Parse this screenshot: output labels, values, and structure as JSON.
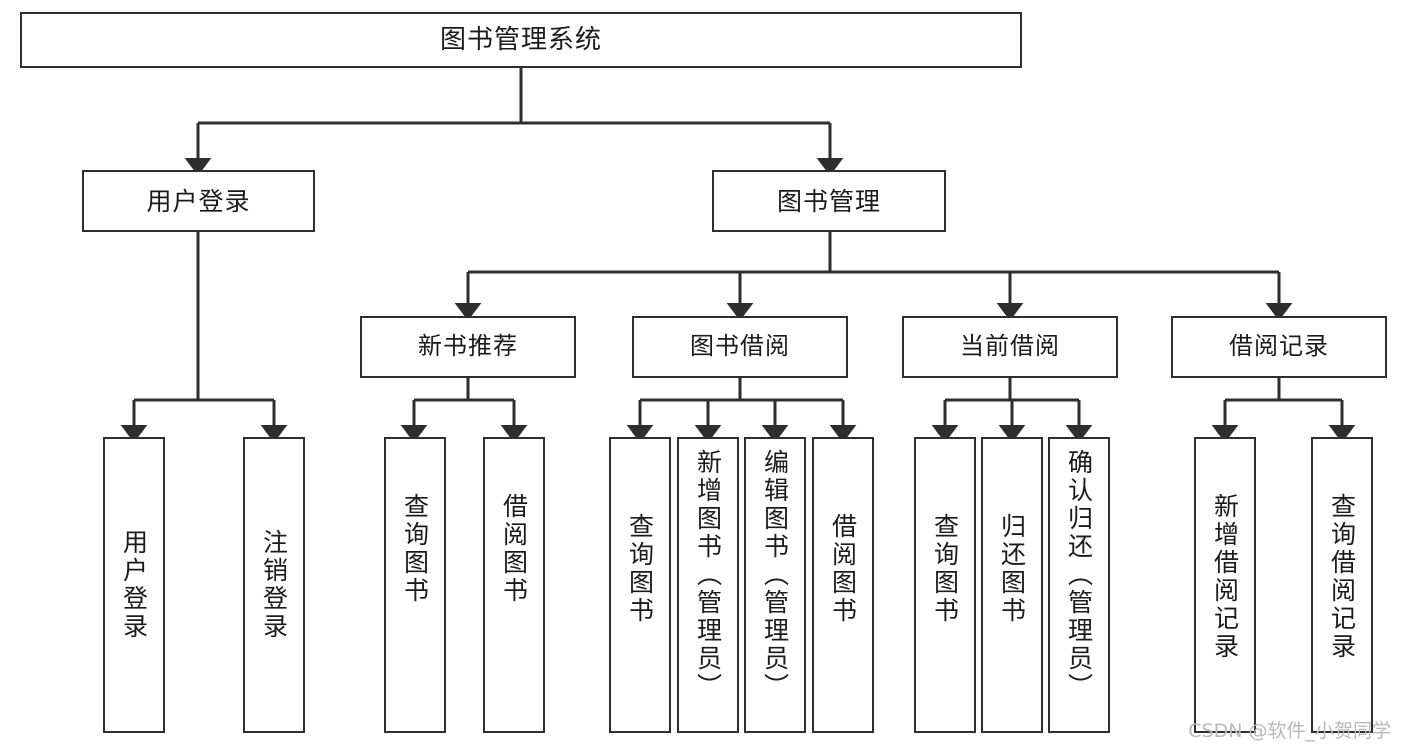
{
  "diagram": {
    "title": "图书管理系统",
    "type": "tree",
    "root": {
      "label": "图书管理系统"
    },
    "level2": [
      {
        "label": "用户登录"
      },
      {
        "label": "图书管理"
      }
    ],
    "level3": [
      {
        "label": "新书推荐"
      },
      {
        "label": "图书借阅"
      },
      {
        "label": "当前借阅"
      },
      {
        "label": "借阅记录"
      }
    ],
    "leaves": {
      "user_login": [
        {
          "label": "用户登录"
        },
        {
          "label": "注销登录"
        }
      ],
      "new_book": [
        {
          "label": "查询图书"
        },
        {
          "label": "借阅图书"
        }
      ],
      "book_borrow": [
        {
          "label": "查询图书"
        },
        {
          "label": "新增图书（管理员）"
        },
        {
          "label": "编辑图书（管理员）"
        },
        {
          "label": "借阅图书"
        }
      ],
      "current_borrow": [
        {
          "label": "查询图书"
        },
        {
          "label": "归还图书"
        },
        {
          "label": "确认归还（管理员）"
        }
      ],
      "borrow_record": [
        {
          "label": "新增借阅记录"
        },
        {
          "label": "查询借阅记录"
        }
      ]
    }
  },
  "watermark": {
    "text": "CSDN @软件_小贺同学"
  },
  "colors": {
    "stroke": "#2e2e2e",
    "fill": "#ffffff",
    "text": "#1b1b1b",
    "watermark": "#b9b9b9"
  }
}
